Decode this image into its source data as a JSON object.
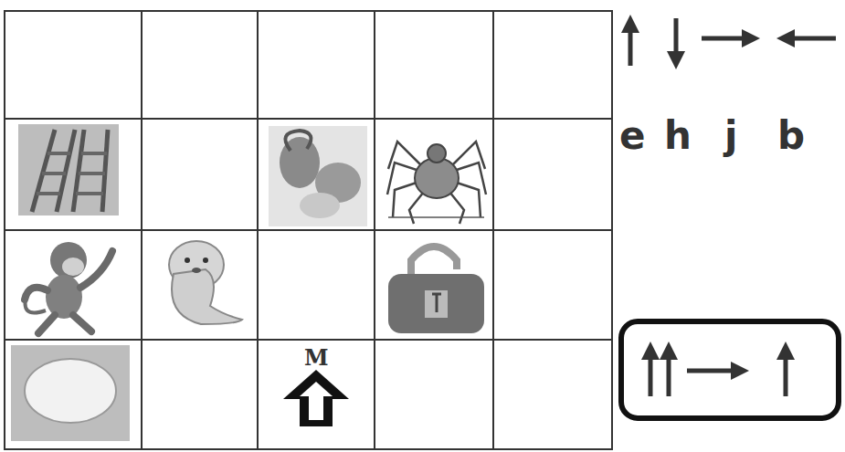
{
  "diagram": {
    "labels": [
      "e",
      "h",
      "j",
      "b",
      "M"
    ]
  }
}
